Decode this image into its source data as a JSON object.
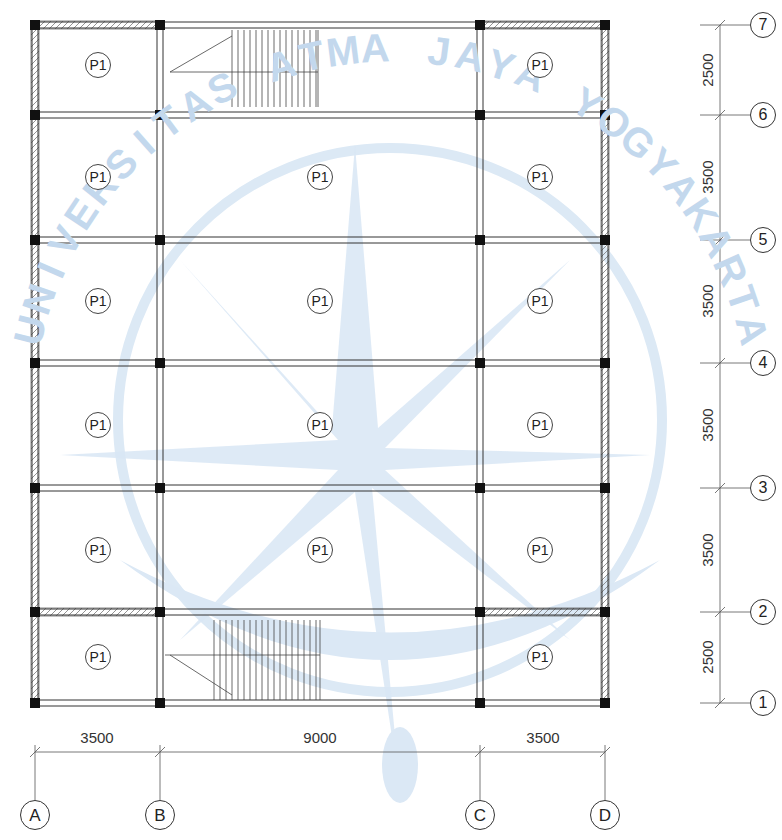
{
  "diagram": {
    "nodes": [
      {
        "text": [
          "P1"
        ]
      },
      {
        "text": [
          "P1"
        ]
      },
      {
        "text": [
          "P1"
        ]
      },
      {
        "text": [
          "P1"
        ]
      },
      {
        "text": [
          "P1"
        ]
      },
      {
        "text": [
          "P1"
        ]
      },
      {
        "text": [
          "P1"
        ]
      },
      {
        "text": [
          "P1"
        ]
      },
      {
        "text": [
          "P1"
        ]
      },
      {
        "text": [
          "P1"
        ]
      },
      {
        "text": [
          "P1"
        ]
      },
      {
        "text": [
          "P1"
        ]
      },
      {
        "text": [
          "P1"
        ]
      },
      {
        "text": [
          "P1"
        ]
      },
      {
        "text": [
          "P1"
        ]
      },
      {
        "text": [
          "P1"
        ]
      },
      {
        "text": [
          "7"
        ]
      },
      {
        "text": [
          "6"
        ]
      },
      {
        "text": [
          "5"
        ]
      },
      {
        "text": [
          "4"
        ]
      },
      {
        "text": [
          "3"
        ]
      },
      {
        "text": [
          "2"
        ]
      },
      {
        "text": [
          "1"
        ]
      },
      {
        "text": [
          "A"
        ]
      },
      {
        "text": [
          "B"
        ]
      },
      {
        "text": [
          "C"
        ]
      },
      {
        "text": [
          "D"
        ]
      }
    ],
    "labels": [
      "2500",
      "3500",
      "3500",
      "3500",
      "3500",
      "2500",
      "3500",
      "9000",
      "3500",
      "UNIVERSITAS ATMA JAYA YOGYAKARTA"
    ]
  }
}
